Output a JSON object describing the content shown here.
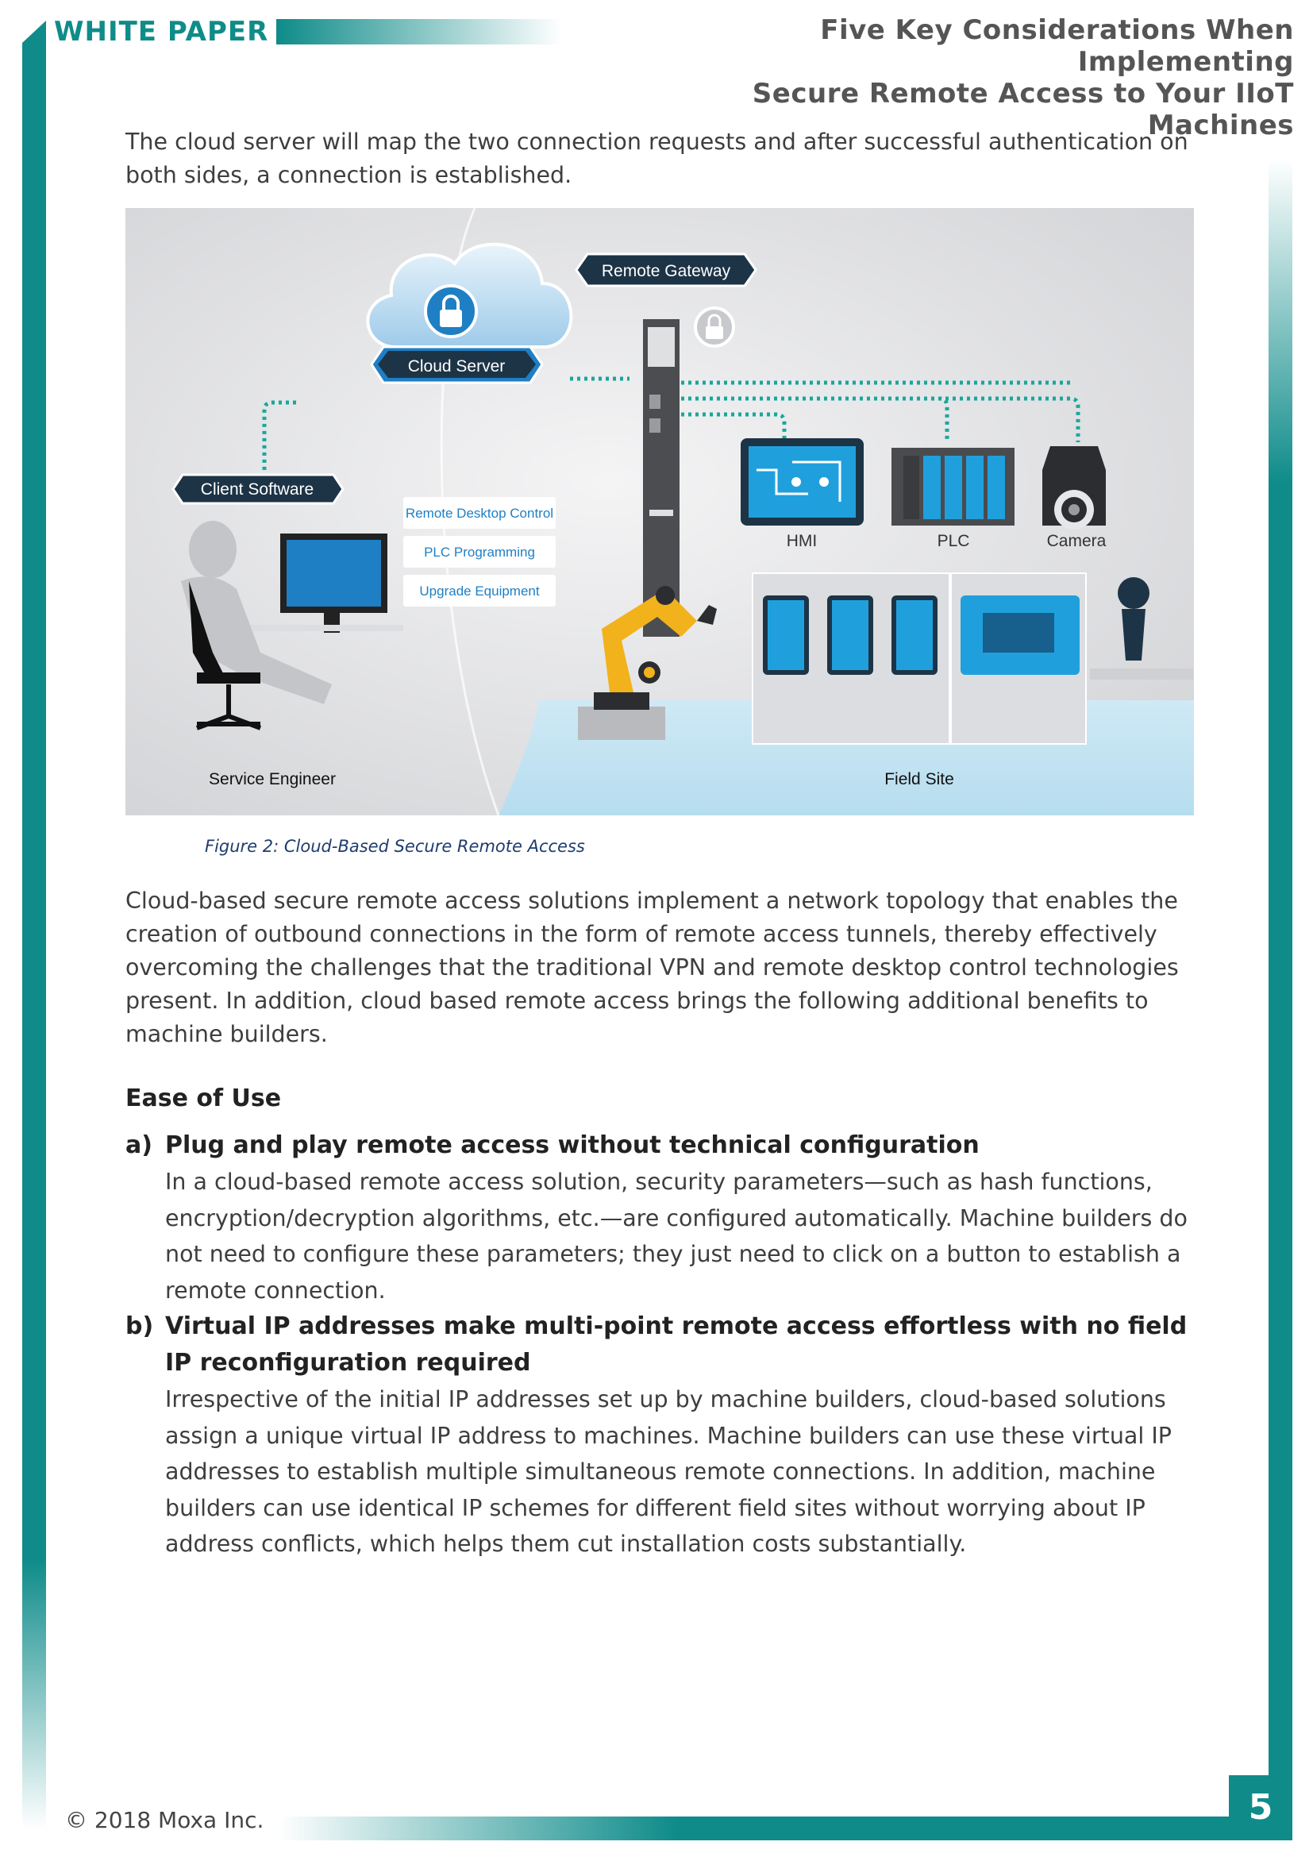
{
  "header": {
    "label": "WHITE PAPER",
    "title_line1": "Five Key Considerations When Implementing",
    "title_line2": "Secure Remote Access to Your IIoT Machines"
  },
  "intro_paragraph": "The cloud server will map the two connection requests and after successful authentication on both sides, a connection is established.",
  "figure": {
    "caption": "Figure 2: Cloud-Based Secure Remote Access",
    "labels": {
      "cloud_server": "Cloud Server",
      "remote_gateway": "Remote Gateway",
      "client_software": "Client Software",
      "remote_desktop_control": "Remote Desktop Control",
      "plc_programming": "PLC Programming",
      "upgrade_equipment": "Upgrade Equipment",
      "hmi": "HMI",
      "plc": "PLC",
      "camera": "Camera",
      "service_engineer": "Service Engineer",
      "field_site": "Field Site"
    },
    "colors": {
      "background": "#e3e4e6",
      "floor": "#bfe3f2",
      "cloud": "#1f7fc4",
      "dotted_line": "#19a79b",
      "label_pill": "#1d3447",
      "robot": "#f2b21c"
    }
  },
  "body_paragraph": "Cloud-based secure remote access solutions implement a network topology that enables the creation of outbound connections in the form of remote access tunnels, thereby effectively overcoming the challenges that the traditional VPN and remote desktop control technologies present. In addition, cloud based remote access brings the following additional benefits to machine builders.",
  "section_heading": "Ease of Use",
  "items": [
    {
      "marker": "a)",
      "title": "Plug and play remote access without technical configuration",
      "body": "In a cloud-based remote access solution, security parameters—such as hash functions, encryption/decryption algorithms, etc.—are configured automatically. Machine builders do not need to configure these parameters; they just need to click on a button to establish a remote connection."
    },
    {
      "marker": "b)",
      "title": "Virtual IP addresses make multi-point remote access effortless with no field IP reconfiguration required",
      "body": "Irrespective of the initial IP addresses set up by machine builders, cloud-based solutions assign a unique virtual IP address to machines. Machine builders can use these virtual IP addresses to establish multiple simultaneous remote connections. In addition, machine builders can use identical IP schemes for different field sites without worrying about IP address conflicts, which helps them cut installation costs substantially."
    }
  ],
  "footer": {
    "copyright": "© 2018 Moxa Inc.",
    "page_number": "5"
  }
}
